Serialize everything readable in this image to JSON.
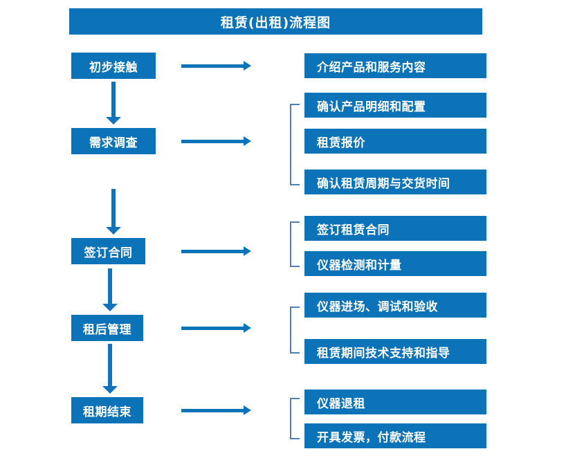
{
  "title": "租赁(出租)流程图",
  "colors": {
    "box_blue": "#0c73b8",
    "arrow_blue": "#1273bd",
    "bracket_blue": "#4f7fb4",
    "box_text": "#ffffff",
    "background": "#ffffff"
  },
  "stages": [
    {
      "label": "初步接触"
    },
    {
      "label": "需求调查"
    },
    {
      "label": "签订合同"
    },
    {
      "label": "租后管理"
    },
    {
      "label": "租期结束"
    }
  ],
  "details": [
    {
      "label": "介绍产品和服务内容"
    },
    {
      "label": "确认产品明细和配置"
    },
    {
      "label": "租赁报价"
    },
    {
      "label": "确认租赁周期与交货时间"
    },
    {
      "label": "签订租赁合同"
    },
    {
      "label": "仪器检测和计量"
    },
    {
      "label": "仪器进场、调试和验收"
    },
    {
      "label": "租赁期间技术支持和指导"
    },
    {
      "label": "仪器退租"
    },
    {
      "label": "开具发票，付款流程"
    }
  ],
  "chart_data": {
    "type": "diagram",
    "diagram_kind": "flowchart",
    "title": "租赁(出租)流程图",
    "orientation": "top-to-bottom with right-side detail branches",
    "nodes": [
      {
        "id": "s1",
        "text": "初步接触",
        "column": "left",
        "order": 1
      },
      {
        "id": "s2",
        "text": "需求调查",
        "column": "left",
        "order": 2
      },
      {
        "id": "s3",
        "text": "签订合同",
        "column": "left",
        "order": 3
      },
      {
        "id": "s4",
        "text": "租后管理",
        "column": "left",
        "order": 4
      },
      {
        "id": "s5",
        "text": "租期结束",
        "column": "left",
        "order": 5
      },
      {
        "id": "d1",
        "text": "介绍产品和服务内容",
        "column": "right",
        "order": 1
      },
      {
        "id": "d2",
        "text": "确认产品明细和配置",
        "column": "right",
        "order": 2
      },
      {
        "id": "d3",
        "text": "租赁报价",
        "column": "right",
        "order": 3
      },
      {
        "id": "d4",
        "text": "确认租赁周期与交货时间",
        "column": "right",
        "order": 4
      },
      {
        "id": "d5",
        "text": "签订租赁合同",
        "column": "right",
        "order": 5
      },
      {
        "id": "d6",
        "text": "仪器检测和计量",
        "column": "right",
        "order": 6
      },
      {
        "id": "d7",
        "text": "仪器进场、调试和验收",
        "column": "right",
        "order": 7
      },
      {
        "id": "d8",
        "text": "租赁期间技术支持和指导",
        "column": "right",
        "order": 8
      },
      {
        "id": "d9",
        "text": "仪器退租",
        "column": "right",
        "order": 9
      },
      {
        "id": "d10",
        "text": "开具发票，付款流程",
        "column": "right",
        "order": 10
      }
    ],
    "edges": [
      {
        "from": "s1",
        "to": "s2",
        "type": "vertical-arrow"
      },
      {
        "from": "s2",
        "to": "s3",
        "type": "vertical-arrow"
      },
      {
        "from": "s3",
        "to": "s4",
        "type": "vertical-arrow"
      },
      {
        "from": "s4",
        "to": "s5",
        "type": "vertical-arrow"
      },
      {
        "from": "s1",
        "to": "d1",
        "type": "horizontal-arrow"
      },
      {
        "from": "s2",
        "to": "d2,d3,d4",
        "type": "horizontal-arrow-bracket"
      },
      {
        "from": "s3",
        "to": "d5,d6",
        "type": "horizontal-arrow-bracket"
      },
      {
        "from": "s4",
        "to": "d7,d8",
        "type": "horizontal-arrow-bracket"
      },
      {
        "from": "s5",
        "to": "d9,d10",
        "type": "horizontal-arrow-bracket"
      }
    ],
    "groups": [
      {
        "stage": "需求调查",
        "members": [
          "确认产品明细和配置",
          "租赁报价",
          "确认租赁周期与交货时间"
        ]
      },
      {
        "stage": "签订合同",
        "members": [
          "签订租赁合同",
          "仪器检测和计量"
        ]
      },
      {
        "stage": "租后管理",
        "members": [
          "仪器进场、调试和验收",
          "租赁期间技术支持和指导"
        ]
      },
      {
        "stage": "租期结束",
        "members": [
          "仪器退租",
          "开具发票，付款流程"
        ]
      }
    ]
  }
}
